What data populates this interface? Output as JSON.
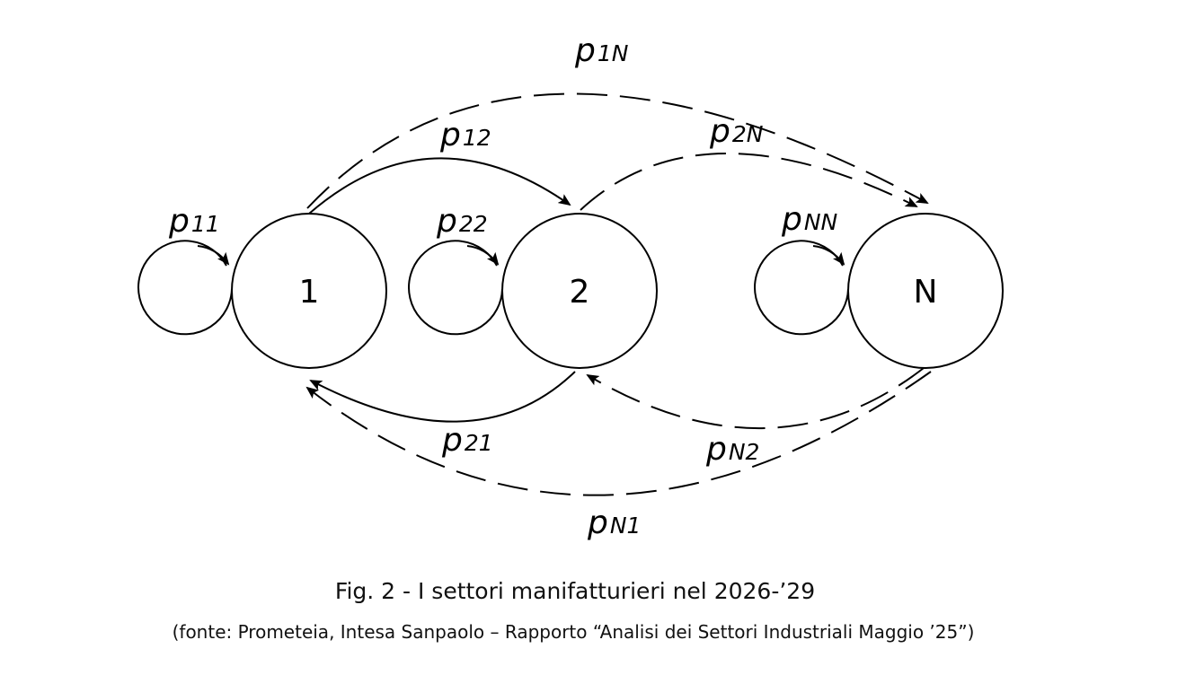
{
  "diagram": {
    "nodes": [
      {
        "id": "1",
        "label": "1"
      },
      {
        "id": "2",
        "label": "2"
      },
      {
        "id": "N",
        "label": "N"
      }
    ],
    "edges": [
      {
        "from": "1",
        "to": "1",
        "style": "solid",
        "label": {
          "base": "p",
          "sub": "11"
        }
      },
      {
        "from": "2",
        "to": "2",
        "style": "solid",
        "label": {
          "base": "p",
          "sub": "22"
        }
      },
      {
        "from": "N",
        "to": "N",
        "style": "solid",
        "label": {
          "base": "p",
          "sub": "NN"
        }
      },
      {
        "from": "1",
        "to": "2",
        "style": "solid",
        "label": {
          "base": "p",
          "sub": "12"
        }
      },
      {
        "from": "1",
        "to": "N",
        "style": "dashed",
        "label": {
          "base": "p",
          "sub": "1N"
        }
      },
      {
        "from": "2",
        "to": "N",
        "style": "dashed",
        "label": {
          "base": "p",
          "sub": "2N"
        }
      },
      {
        "from": "2",
        "to": "1",
        "style": "solid",
        "label": {
          "base": "p",
          "sub": "21"
        }
      },
      {
        "from": "N",
        "to": "2",
        "style": "dashed",
        "label": {
          "base": "p",
          "sub": "N2"
        }
      },
      {
        "from": "N",
        "to": "1",
        "style": "dashed",
        "label": {
          "base": "p",
          "sub": "N1"
        }
      }
    ]
  },
  "caption": {
    "title": "Fig. 2 - I settori manifatturieri nel 2026-’29",
    "source": "(fonte: Prometeia, Intesa Sanpaolo – Rapporto “Analisi dei Settori Industriali Maggio ’25”)"
  }
}
